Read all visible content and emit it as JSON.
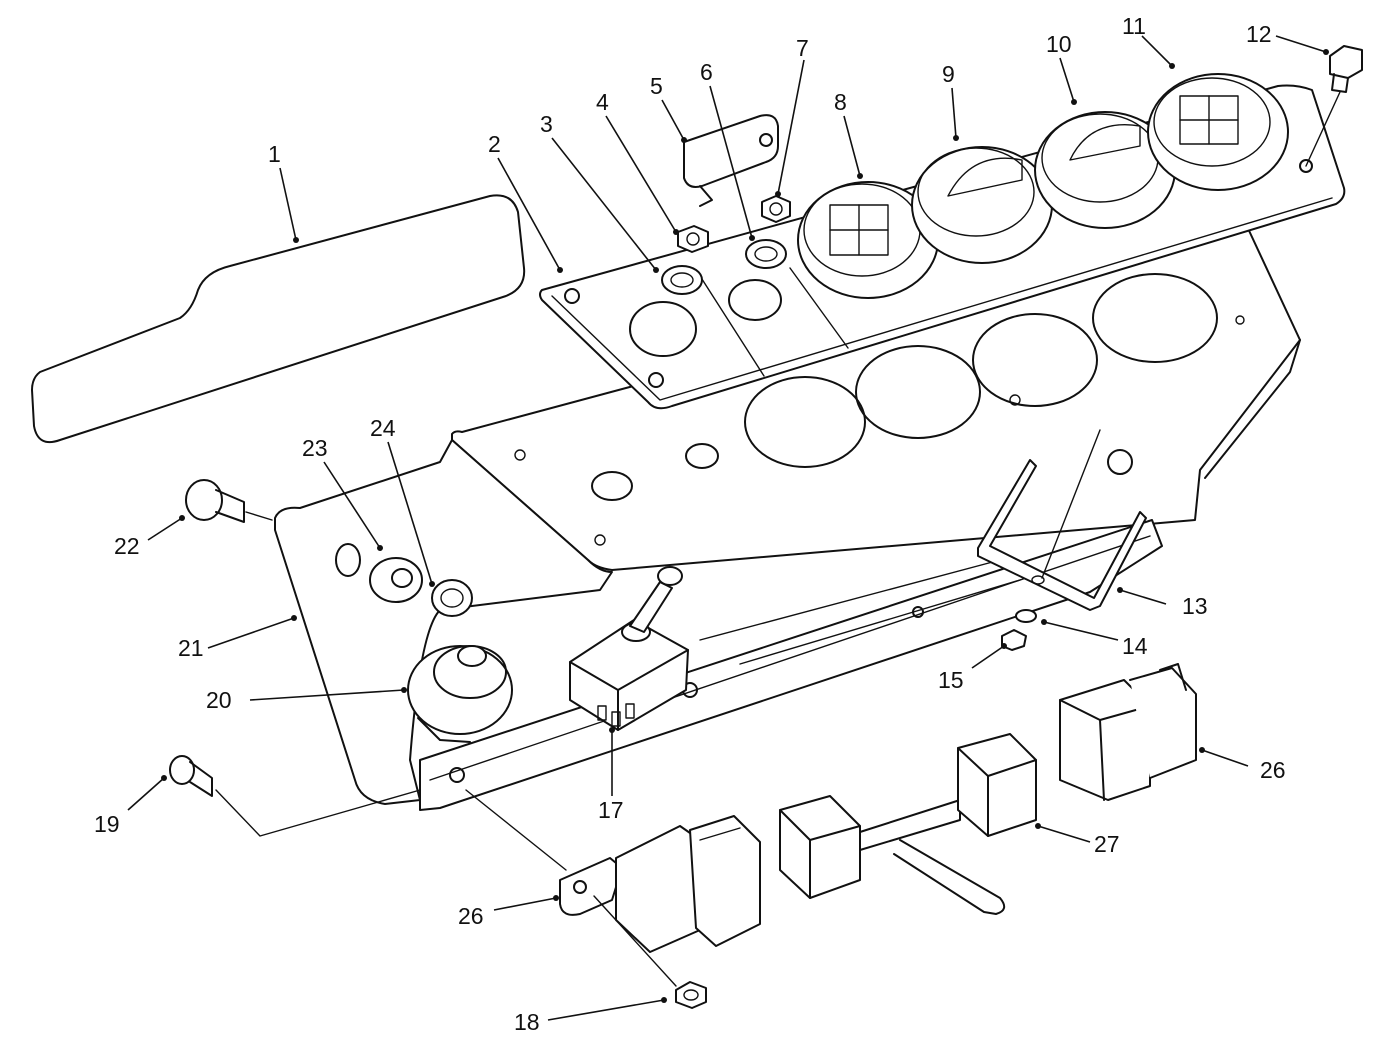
{
  "diagram": {
    "callouts": [
      {
        "id": "c1",
        "label": "1"
      },
      {
        "id": "c2",
        "label": "2"
      },
      {
        "id": "c3",
        "label": "3"
      },
      {
        "id": "c4",
        "label": "4"
      },
      {
        "id": "c5",
        "label": "5"
      },
      {
        "id": "c6",
        "label": "6"
      },
      {
        "id": "c7",
        "label": "7"
      },
      {
        "id": "c8",
        "label": "8"
      },
      {
        "id": "c9",
        "label": "9"
      },
      {
        "id": "c10",
        "label": "10"
      },
      {
        "id": "c11",
        "label": "11"
      },
      {
        "id": "c12",
        "label": "12"
      },
      {
        "id": "c13",
        "label": "13"
      },
      {
        "id": "c14",
        "label": "14"
      },
      {
        "id": "c15",
        "label": "15"
      },
      {
        "id": "c17",
        "label": "17"
      },
      {
        "id": "c18",
        "label": "18"
      },
      {
        "id": "c19",
        "label": "19"
      },
      {
        "id": "c20",
        "label": "20"
      },
      {
        "id": "c21",
        "label": "21"
      },
      {
        "id": "c22",
        "label": "22"
      },
      {
        "id": "c23",
        "label": "23"
      },
      {
        "id": "c24",
        "label": "24"
      },
      {
        "id": "c26a",
        "label": "26"
      },
      {
        "id": "c26b",
        "label": "26"
      },
      {
        "id": "c27",
        "label": "27"
      }
    ]
  }
}
